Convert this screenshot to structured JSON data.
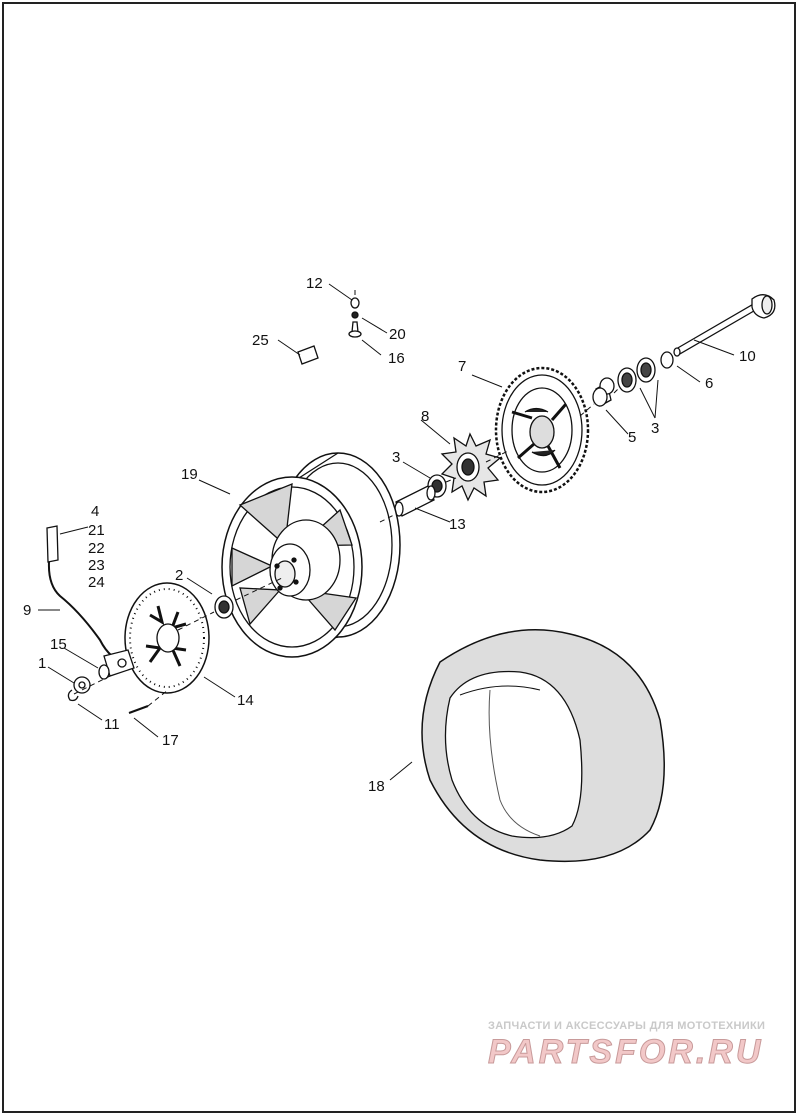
{
  "callouts": {
    "c1": "1",
    "c2": "2",
    "c3a": "3",
    "c3b": "3",
    "c4": "4",
    "c5": "5",
    "c6": "6",
    "c7": "7",
    "c8": "8",
    "c9": "9",
    "c10": "10",
    "c11": "11",
    "c12": "12",
    "c13": "13",
    "c14": "14",
    "c15": "15",
    "c16": "16",
    "c17": "17",
    "c18": "18",
    "c19": "19",
    "c20": "20",
    "c21": "21",
    "c22": "22",
    "c23": "23",
    "c24": "24",
    "c25": "25"
  },
  "watermark": {
    "tagline": "ЗАПЧАСТИ И АКСЕССУАРЫ ДЛЯ МОТОТЕХНИКИ",
    "logo": "PARTSFOR.RU"
  },
  "colors": {
    "line": "#111111",
    "tire": "#dddddd",
    "wheel_shade": "#cfcfcf",
    "watermark_logo": "#f2c8c8"
  }
}
